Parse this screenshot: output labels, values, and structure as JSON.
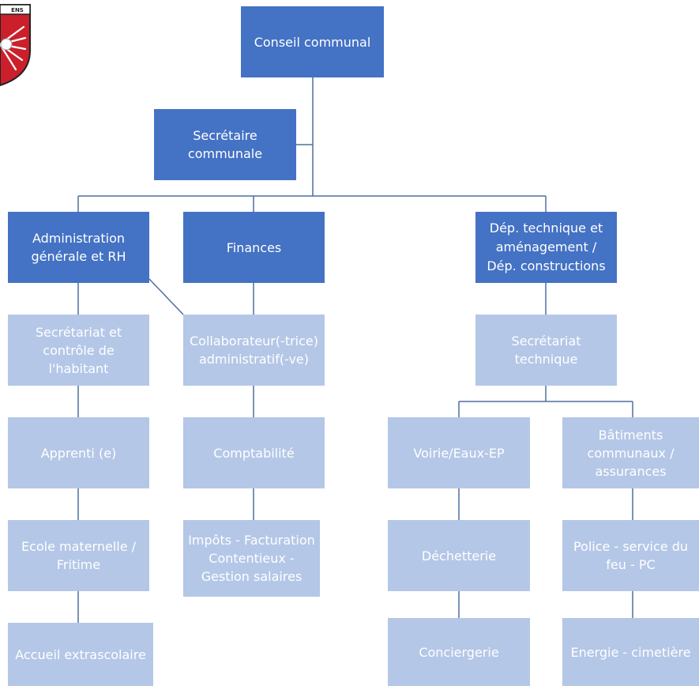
{
  "crest": {
    "text": "ENS"
  },
  "colors": {
    "primary": "#4472c4",
    "secondary": "#b4c7e7",
    "line": "#4f6f9f"
  },
  "org": {
    "conseil": "Conseil communal",
    "secretaire": "Secrétaire\ncommunale",
    "admin": "Administration\ngénérale et RH",
    "finances": "Finances",
    "technique": "Dép. technique et\naménagement /\nDép. constructions",
    "secretariat_controle": "Secrétariat et\ncontrôle de\nl'habitant",
    "apprenti": "Apprenti (e)",
    "ecole": "Ecole maternelle /\nFritime",
    "accueil": "Accueil extrascolaire",
    "collaborateur": "Collaborateur(-trice)\nadministratif(-ve)",
    "comptabilite": "Comptabilité",
    "impots": "Impôts - Facturation\nContentieux -\nGestion salaires",
    "secretariat_technique": "Secrétariat\ntechnique",
    "voirie": "Voirie/Eaux-EP",
    "dechetterie": "Déchetterie",
    "conciergerie": "Conciergerie",
    "batiments": "Bâtiments\ncommunaux /\nassurances",
    "police": "Police - service du\nfeu  - PC",
    "energie": "Energie - cimetière"
  }
}
